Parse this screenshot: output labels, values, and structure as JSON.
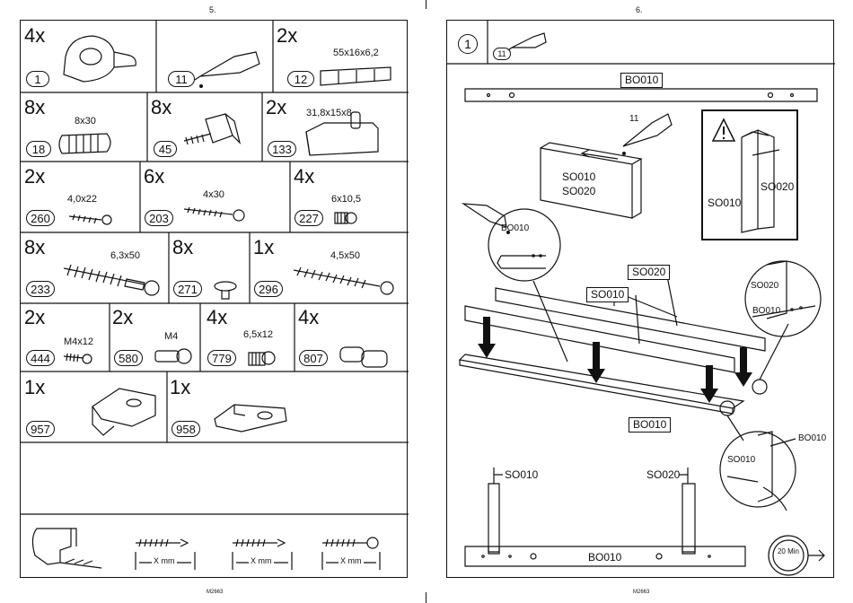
{
  "pages": {
    "left_number": "5.",
    "right_number": "6.",
    "left_code": "M2663",
    "right_code": "M2663"
  },
  "parts": [
    {
      "qty": "4x",
      "id": "1",
      "dim": ""
    },
    {
      "qty": "",
      "id": "11",
      "dim": ""
    },
    {
      "qty": "2x",
      "id": "12",
      "dim": "55x16x6,2"
    },
    {
      "qty": "8x",
      "id": "18",
      "dim": "8x30"
    },
    {
      "qty": "8x",
      "id": "45",
      "dim": ""
    },
    {
      "qty": "2x",
      "id": "133",
      "dim": "31,8x15x8"
    },
    {
      "qty": "2x",
      "id": "260",
      "dim": "4,0x22"
    },
    {
      "qty": "6x",
      "id": "203",
      "dim": "4x30"
    },
    {
      "qty": "4x",
      "id": "227",
      "dim": "6x10,5"
    },
    {
      "qty": "8x",
      "id": "233",
      "dim": "6,3x50"
    },
    {
      "qty": "8x",
      "id": "271",
      "dim": ""
    },
    {
      "qty": "1x",
      "id": "296",
      "dim": "4,5x50"
    },
    {
      "qty": "2x",
      "id": "444",
      "dim": "M4x12"
    },
    {
      "qty": "2x",
      "id": "580",
      "dim": "M4"
    },
    {
      "qty": "4x",
      "id": "779",
      "dim": "6,5x12"
    },
    {
      "qty": "4x",
      "id": "807",
      "dim": ""
    },
    {
      "qty": "1x",
      "id": "957",
      "dim": ""
    },
    {
      "qty": "1x",
      "id": "958",
      "dim": ""
    }
  ],
  "screw_legend": [
    "X mm",
    "X mm",
    "X mm"
  ],
  "step": {
    "number": "1",
    "glue_id": "11",
    "labels": {
      "bo010_top": "BO010",
      "glue_11": "11",
      "so010_mid": "SO010",
      "so020_mid": "SO020",
      "bo010_circle": "BO010",
      "warn_so020": "SO020",
      "warn_so010": "SO010",
      "so020_box": "SO020",
      "so010_box": "SO010",
      "detail_so020": "SO020",
      "detail_bo010": "BO010",
      "bo010_box": "BO010",
      "detail2_bo010": "BO010",
      "detail2_so010": "SO010",
      "bottom_so010": "SO010",
      "bottom_so020": "SO020",
      "bottom_bo010": "BO010"
    },
    "timer": "20 Min"
  }
}
